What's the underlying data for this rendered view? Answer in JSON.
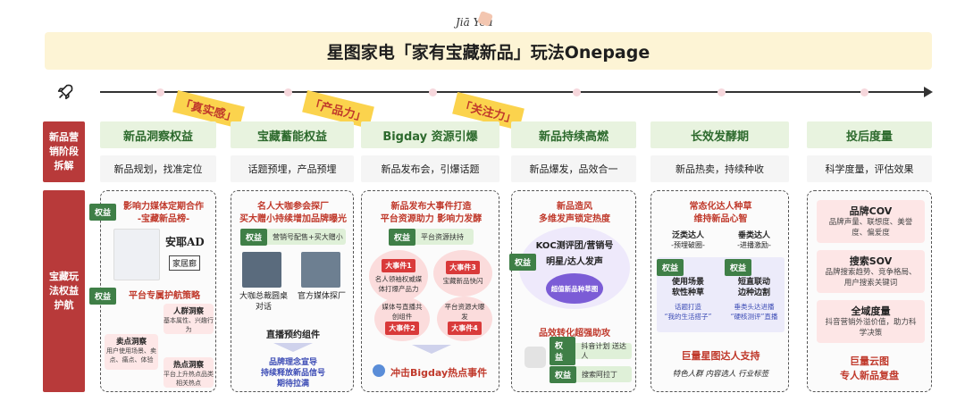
{
  "header": {
    "title": "星图家电「家有宝藏新品」玩法Onepage",
    "jiayou": "Jiā Yóu"
  },
  "tags": [
    "「真实感」",
    "「产品力」",
    "「关注力」"
  ],
  "row_labels": {
    "phase": "新品营销阶段拆解",
    "benefit": "宝藏玩法权益护航"
  },
  "stages": [
    {
      "title": "新品洞察权益",
      "sub": "新品规划，找准定位"
    },
    {
      "title": "宝藏蓄能权益",
      "sub": "话题预埋，产品预埋"
    },
    {
      "title": "Bigday 资源引爆",
      "sub": "新品发布会，引爆话题"
    },
    {
      "title": "新品持续高燃",
      "sub": "新品爆发，品效合一"
    },
    {
      "title": "长效发酵期",
      "sub": "新品热卖，持续种收"
    },
    {
      "title": "投后度量",
      "sub": "科学度量，评估效果"
    }
  ],
  "benefit_label": "权益",
  "col1": {
    "title1": "影响力媒体定期合作",
    "title2": "-宝藏新品榜-",
    "logo": "安耶AD",
    "logo2": "家居廊",
    "title3": "平台专属护航策略",
    "crowd_h": "人群洞察",
    "crowd_d": "基本属性、兴趣行为",
    "sell_h": "卖点洞察",
    "sell_d": "用户使用场景、卖点、痛点、体验",
    "hot_h": "热点洞察",
    "hot_d": "平台上升热点品类相关热点"
  },
  "col2": {
    "title1": "名人大咖参会探厂",
    "title2": "买大赠小持续增加品牌曝光",
    "pill": "营销号配售+买大赠小",
    "p1": "大咖总裁圆桌对话",
    "p2": "官方媒体探厂",
    "mid": "直播预约组件",
    "bottom1": "品牌理念宣导",
    "bottom2": "持续释放新品信号",
    "bottom3": "期待拉满"
  },
  "col3": {
    "title1": "新品发布大事件打造",
    "title2": "平台资源助力 影响力发酵",
    "pill": "平台资源扶持",
    "event_tag": "大事件",
    "e1n": "1",
    "e1d": "名人领袖权威媒体打爆产品力",
    "e2n": "2",
    "e2d": "媒体号直播共创组件",
    "e3n": "3",
    "e3d": "宝藏新品快闪",
    "e4n": "4",
    "e4d": "平台资源大曝发",
    "bottom": "冲击Bigday热点事件"
  },
  "col4": {
    "title1": "新品造风",
    "title2": "多维发声锁定热度",
    "l1": "KOC测评团/营销号",
    "l2": "明星/达人发声",
    "core": "超值新品种草图",
    "mid": "品效转化超强助攻",
    "pill1": "抖音计划 送达人",
    "pill2": "搜索阿拉丁"
  },
  "col5": {
    "title1": "常态化达人种草",
    "title2": "维持新品心智",
    "c1h": "泛类达人",
    "c1s": "-预埋破圈-",
    "c2h": "垂类达人",
    "c2s": "-进播激励-",
    "b1h": "使用场景",
    "b1h2": "软性种草",
    "b1d": "话题打造",
    "b1d2": "“我的生活搭子”",
    "b2h": "短直联动",
    "b2h2": "边种边割",
    "b2d": "垂类头达进播",
    "b2d2": "“硬核测评”直播",
    "support": "巨量星图达人支持",
    "support_sub": "特色人群  内容选人  行业标签"
  },
  "col6": {
    "m1h": "品牌COV",
    "m1d": "品牌声量、联想度、美誉度、偏爱度",
    "m2h": "搜索SOV",
    "m2d": "品牌搜索趋势、竞争格局、用户搜索关键词",
    "m3h": "全域度量",
    "m3d": "抖音营销外溢价值，助力科学决策",
    "bottom1": "巨量云图",
    "bottom2": "专人新品复盘"
  },
  "colors": {
    "accent_red": "#c0392b",
    "label_red": "#b83a3a",
    "green": "#3f7f47",
    "banner": "#fdf4d5",
    "tag_yellow": "#fbd34d"
  }
}
